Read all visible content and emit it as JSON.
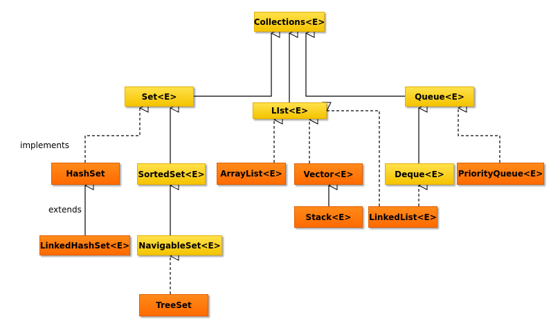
{
  "colors": {
    "interface": "#f9cc10",
    "class": "#ff7000",
    "line": "#000000",
    "background": "#ffffff"
  },
  "labels": {
    "implements": "implements",
    "extends": "extends"
  },
  "nodes": {
    "collections": "Collections<E>",
    "set": "Set<E>",
    "list": "LIst<E>",
    "queue": "Queue<E>",
    "hashset": "HashSet",
    "sortedset": "SortedSet<E>",
    "arraylist": "ArrayList<E>",
    "vector": "Vector<E>",
    "deque": "Deque<E>",
    "priorityqueue": "PriorityQueue<E>",
    "linkedhashset": "LinkedHashSet<E>",
    "navigableset": "NavigableSet<E>",
    "stack": "Stack<E>",
    "linkedlist": "LinkedList<E>",
    "treeset": "TreeSet"
  }
}
